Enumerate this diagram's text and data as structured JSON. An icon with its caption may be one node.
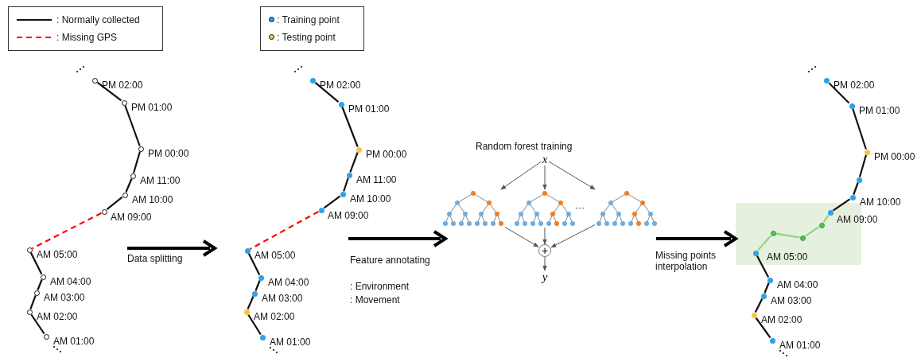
{
  "diagram": {
    "nodes": [
      {
        "text": [],
        "shape": "circle",
        "beside": [
          "PM 02:00"
        ]
      },
      {
        "text": [],
        "shape": "circle",
        "beside": [
          "PM 01:00"
        ]
      },
      {
        "text": [],
        "shape": "circle",
        "beside": [
          "PM 00:00"
        ]
      },
      {
        "text": [],
        "shape": "circle",
        "beside": [
          "AM 11:00"
        ]
      },
      {
        "text": [],
        "shape": "circle",
        "beside": [
          "AM 10:00"
        ]
      },
      {
        "text": [],
        "shape": "circle",
        "beside": [
          "AM 09:00"
        ]
      },
      {
        "text": [],
        "shape": "circle",
        "beside": [
          "AM 05:00"
        ]
      },
      {
        "text": [],
        "shape": "circle",
        "beside": [
          "AM 04:00"
        ]
      },
      {
        "text": [],
        "shape": "circle",
        "beside": [
          "AM 03:00"
        ]
      },
      {
        "text": [],
        "shape": "circle",
        "beside": [
          "AM 02:00"
        ]
      },
      {
        "text": [],
        "shape": "circle",
        "beside": [
          "AM 01:00"
        ]
      },
      {
        "text": [],
        "shape": "circle",
        "beside": [
          "PM 02:00"
        ]
      },
      {
        "text": [],
        "shape": "circle",
        "beside": [
          "PM 01:00"
        ]
      },
      {
        "text": [],
        "shape": "circle",
        "beside": [
          "PM 00:00"
        ]
      },
      {
        "text": [],
        "shape": "circle",
        "beside": [
          "AM 11:00"
        ]
      },
      {
        "text": [],
        "shape": "circle",
        "beside": [
          "AM 10:00"
        ]
      },
      {
        "text": [],
        "shape": "circle",
        "beside": [
          "AM 09:00"
        ]
      },
      {
        "text": [],
        "shape": "circle",
        "beside": [
          "AM 05:00"
        ]
      },
      {
        "text": [],
        "shape": "circle",
        "beside": [
          "AM 04:00"
        ]
      },
      {
        "text": [],
        "shape": "circle",
        "beside": [
          "AM 03:00"
        ]
      },
      {
        "text": [],
        "shape": "circle",
        "beside": [
          "AM 02:00"
        ]
      },
      {
        "text": [],
        "shape": "circle",
        "beside": [
          "AM 01:00"
        ]
      },
      {
        "text": [],
        "shape": "circle",
        "beside": [
          "PM 02:00"
        ]
      },
      {
        "text": [],
        "shape": "circle",
        "beside": [
          "PM 01:00"
        ]
      },
      {
        "text": [],
        "shape": "circle",
        "beside": [
          "PM 00:00"
        ]
      },
      {
        "text": [],
        "shape": "circle"
      },
      {
        "text": [],
        "shape": "circle",
        "beside": [
          "AM 10:00"
        ]
      },
      {
        "text": [],
        "shape": "circle",
        "beside": [
          "AM 09:00"
        ]
      },
      {
        "text": [],
        "shape": "circle"
      },
      {
        "text": [],
        "shape": "circle"
      },
      {
        "text": [],
        "shape": "circle"
      },
      {
        "text": [],
        "shape": "circle",
        "beside": [
          "AM 05:00"
        ]
      },
      {
        "text": [],
        "shape": "circle",
        "beside": [
          "AM 04:00"
        ]
      },
      {
        "text": [],
        "shape": "circle",
        "beside": [
          "AM 03:00"
        ]
      },
      {
        "text": [],
        "shape": "circle",
        "beside": [
          "AM 02:00"
        ]
      },
      {
        "text": [],
        "shape": "circle",
        "beside": [
          "AM 01:00"
        ]
      },
      {
        "text": [
          "x"
        ]
      },
      {
        "text": [],
        "shape": "tree"
      },
      {
        "text": [],
        "shape": "tree"
      },
      {
        "text": [],
        "shape": "tree"
      },
      {
        "text": [
          "+"
        ]
      },
      {
        "text": [
          "y"
        ]
      }
    ],
    "edges": [
      {
        "from": 0,
        "to": 1,
        "arrow": "none"
      },
      {
        "from": 1,
        "to": 2,
        "arrow": "none"
      },
      {
        "from": 2,
        "to": 3,
        "arrow": "none"
      },
      {
        "from": 3,
        "to": 4,
        "arrow": "none"
      },
      {
        "from": 4,
        "to": 5,
        "arrow": "none"
      },
      {
        "from": 5,
        "to": 6,
        "arrow": "none",
        "style": "dashed",
        "color": "#ff0000"
      },
      {
        "from": 6,
        "to": 7,
        "arrow": "none"
      },
      {
        "from": 7,
        "to": 8,
        "arrow": "none"
      },
      {
        "from": 8,
        "to": 9,
        "arrow": "none"
      },
      {
        "from": 9,
        "to": 10,
        "arrow": "none"
      },
      {
        "from": 11,
        "to": 12,
        "arrow": "none"
      },
      {
        "from": 12,
        "to": 13,
        "arrow": "none"
      },
      {
        "from": 13,
        "to": 14,
        "arrow": "none"
      },
      {
        "from": 14,
        "to": 15,
        "arrow": "none"
      },
      {
        "from": 15,
        "to": 16,
        "arrow": "none"
      },
      {
        "from": 16,
        "to": 17,
        "arrow": "none",
        "style": "dashed",
        "color": "#ff0000"
      },
      {
        "from": 17,
        "to": 18,
        "arrow": "none"
      },
      {
        "from": 18,
        "to": 19,
        "arrow": "none"
      },
      {
        "from": 19,
        "to": 20,
        "arrow": "none"
      },
      {
        "from": 20,
        "to": 21,
        "arrow": "none"
      },
      {
        "from": 22,
        "to": 23,
        "arrow": "none"
      },
      {
        "from": 23,
        "to": 24,
        "arrow": "none"
      },
      {
        "from": 24,
        "to": 25,
        "arrow": "none"
      },
      {
        "from": 25,
        "to": 26,
        "arrow": "none"
      },
      {
        "from": 26,
        "to": 27,
        "arrow": "none"
      },
      {
        "from": 27,
        "to": 28,
        "arrow": "none",
        "color": "#90d48c"
      },
      {
        "from": 28,
        "to": 29,
        "arrow": "none",
        "color": "#90d48c"
      },
      {
        "from": 29,
        "to": 30,
        "arrow": "none",
        "color": "#90d48c"
      },
      {
        "from": 30,
        "to": 31,
        "arrow": "none",
        "color": "#90d48c"
      },
      {
        "from": 31,
        "to": 32,
        "arrow": "none"
      },
      {
        "from": 32,
        "to": 33,
        "arrow": "none"
      },
      {
        "from": 33,
        "to": 34,
        "arrow": "none"
      },
      {
        "from": 34,
        "to": 35,
        "arrow": "none"
      },
      {
        "from": 36,
        "to": 37,
        "arrow": "to"
      },
      {
        "from": 36,
        "to": 38,
        "arrow": "to"
      },
      {
        "from": 36,
        "to": 39,
        "arrow": "to"
      },
      {
        "from": 37,
        "to": 40,
        "arrow": "to"
      },
      {
        "from": 38,
        "to": 40,
        "arrow": "to"
      },
      {
        "from": 39,
        "to": 40,
        "arrow": "to"
      },
      {
        "from": 40,
        "to": 41,
        "arrow": "to"
      }
    ],
    "labels": [
      "Data splitting",
      "Random forest training",
      "···",
      "Feature annotating",
      ": Environment",
      ": Movement",
      "Missing points interpolation"
    ],
    "legend": [
      {
        "text": ": Normally collected"
      },
      {
        "text": ": Missing GPS"
      },
      {
        "text": ": Training point",
        "color": "#2ea3e6"
      },
      {
        "text": ": Testing point",
        "color": "#f7c744"
      }
    ]
  }
}
